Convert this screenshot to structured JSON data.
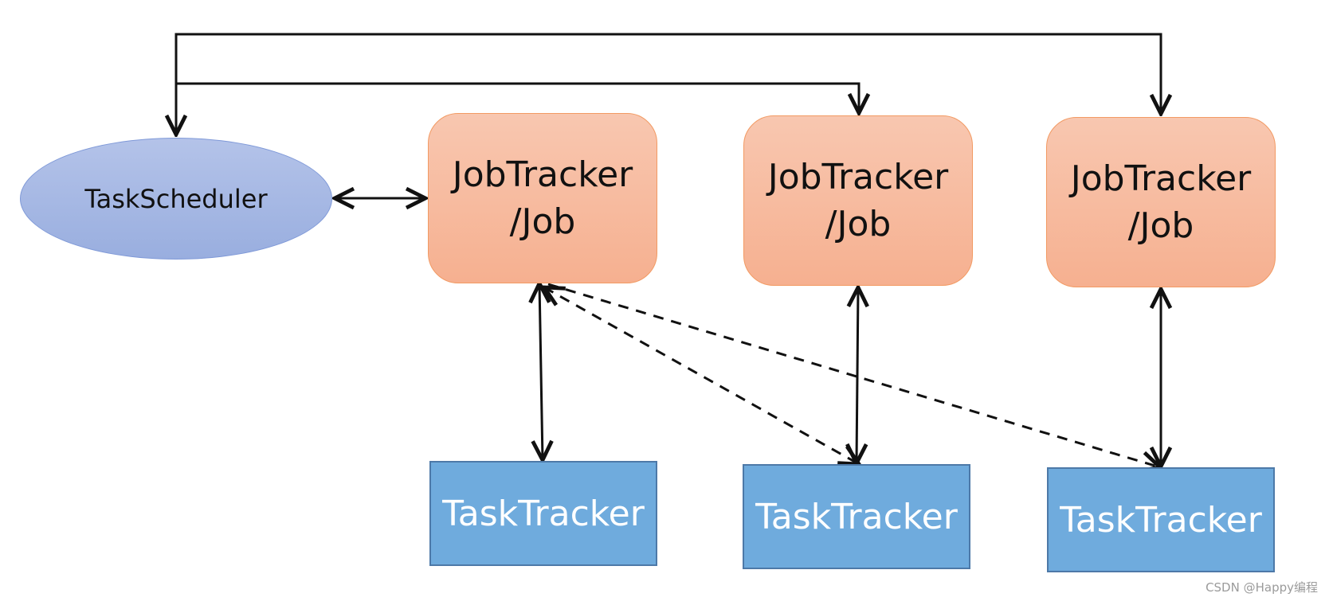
{
  "nodes": {
    "task_scheduler": "TaskScheduler",
    "job_trackers": [
      {
        "line1": "JobTracker",
        "line2": "/Job"
      },
      {
        "line1": "JobTracker",
        "line2": "/Job"
      },
      {
        "line1": "JobTracker",
        "line2": "/Job"
      }
    ],
    "task_trackers": [
      "TaskTracker",
      "TaskTracker",
      "TaskTracker"
    ]
  },
  "watermark": "CSDN @Happy编程",
  "colors": {
    "scheduler_fill": "#a7b8e6",
    "job_fill": "#f7b89b",
    "task_fill": "#6fabdd",
    "line": "#111111"
  }
}
